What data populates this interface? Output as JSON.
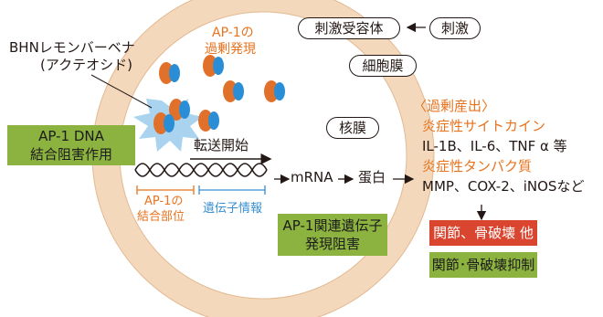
{
  "labels": {
    "stimulus_receptor": "刺激受容体",
    "stimulus": "刺激",
    "cell_membrane": "細胞膜",
    "nuclear_membrane": "核膜",
    "bhn_name": "BHNレモンバーベナ",
    "bhn_compound": "(アクテオシド)",
    "ap1_over_1": "AP-1の",
    "ap1_over_2": "過剰発現",
    "ap1_dna_1": "AP-1 DNA",
    "ap1_dna_2": "結合阻害作用",
    "transcription": "転送開始",
    "ap1_site_1": "AP-1の",
    "ap1_site_2": "結合部位",
    "gene_info": "遺伝子情報",
    "mrna": "mRNA",
    "protein": "蛋白",
    "ap1_gene_1": "AP-1関連遺伝子",
    "ap1_gene_2": "発現阻害",
    "overproduction": "〈過剰産出〉",
    "cytokine": "炎症性サイトカイン",
    "cytokine_list": "IL-1B、IL-6、TNF α 等",
    "protein_title": "炎症性タンパク質",
    "protein_list": "MMP、COX-2、iNOSなど",
    "joint_damage": "関節、骨破壊 他",
    "joint_inhibit": "関節･骨破壊抑制"
  },
  "colors": {
    "membrane": "#f3d8bc",
    "protein_orange": "#e0702a",
    "protein_blue": "#2a8ed6",
    "burst": "#a9d3ef",
    "green_box": "#8cb23f",
    "red_box": "#d9452f",
    "text_orange": "#e8731e"
  }
}
